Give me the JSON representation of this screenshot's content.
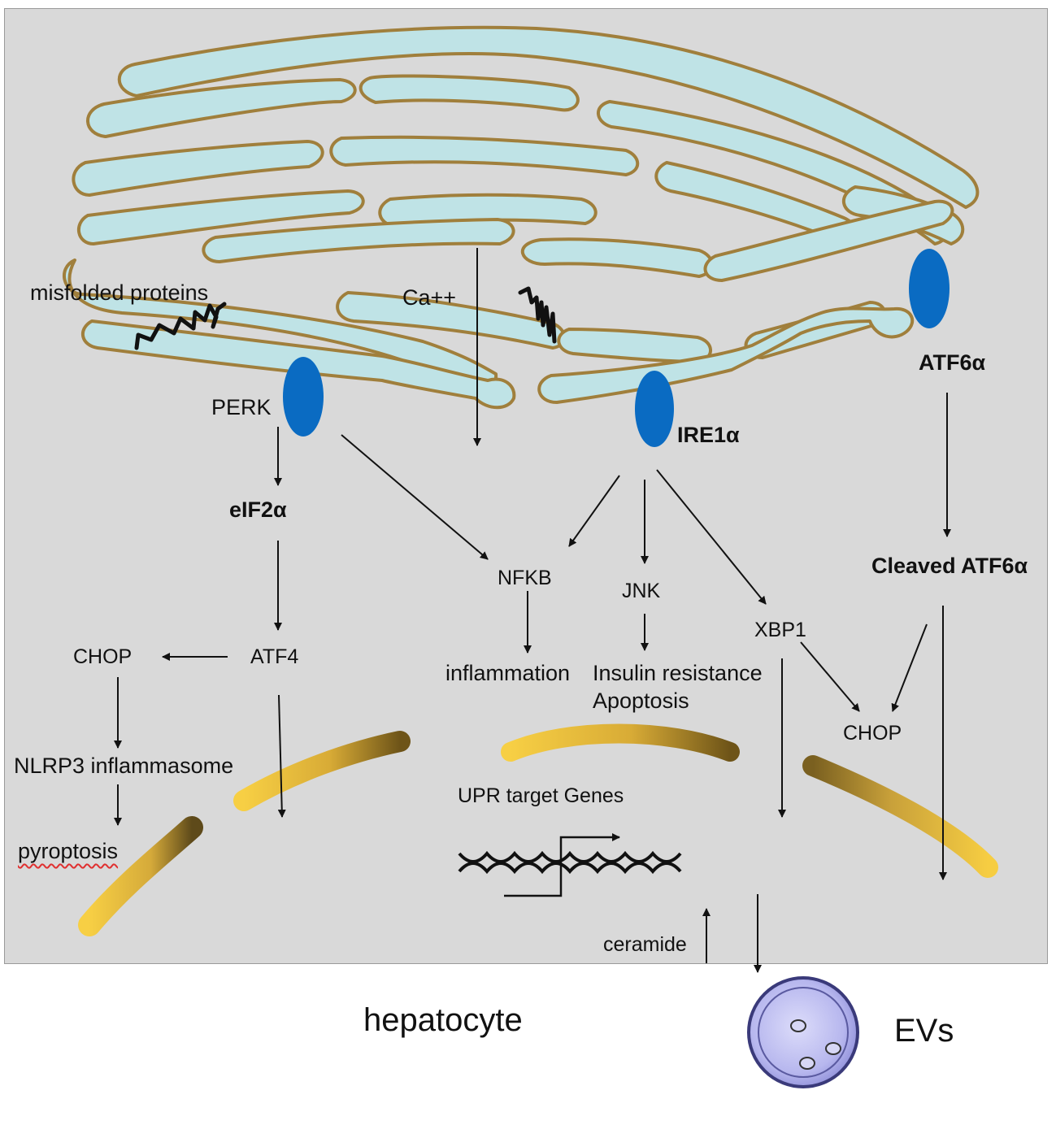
{
  "labels": {
    "misfolded": "misfolded proteins",
    "ca": "Ca++",
    "perk": "PERK",
    "ire1": "IRE1α",
    "atf6": "ATF6α",
    "eif2": "eIF2α",
    "nfkb": "NFKB",
    "jnk": "JNK",
    "xbp1": "XBP1",
    "cleaved_atf6": "Cleaved ATF6α",
    "atf4": "ATF4",
    "chop_left": "CHOP",
    "chop_right": "CHOP",
    "inflammation": "inflammation",
    "insulin": "Insulin resistance",
    "apoptosis": "Apoptosis",
    "nlrp3": "NLRP3 inflammasome",
    "pyroptosis": "pyroptosis",
    "upr": "UPR target Genes",
    "ceramide": "ceramide",
    "hepatocyte": "hepatocyte",
    "evs": "EVs"
  },
  "colors": {
    "cell_background": "#d9d9d9",
    "er_lumen": "#bfe3e6",
    "er_membrane": "#a07f3c",
    "receptor": "#0a6bc2",
    "mitochondria_gold": "#f2c740",
    "mitochondria_dark": "#7a6020",
    "vesicle": "#b0b0ea"
  },
  "icons": [
    "receptor-perk-icon",
    "receptor-ire1-icon",
    "receptor-atf6-icon",
    "misfolded-protein-icon",
    "dna-icon",
    "mitochondrion-icon",
    "extracellular-vesicle-icon"
  ]
}
